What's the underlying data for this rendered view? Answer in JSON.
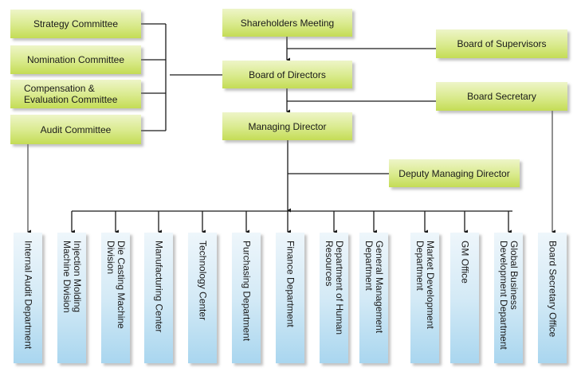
{
  "colors": {
    "upper_box": "#d9ea8c",
    "lower_box": "#bfe0f3",
    "line": "#1a1a1a"
  },
  "committees": [
    {
      "label": "Strategy Committee"
    },
    {
      "label": "Nomination Committee"
    },
    {
      "label": "Compensation &\nEvaluation Committee"
    },
    {
      "label": "Audit Committee"
    }
  ],
  "governance": {
    "shareholders": "Shareholders Meeting",
    "board_of_directors": "Board of Directors",
    "managing_director": "Managing Director",
    "board_of_supervisors": "Board of Supervisors",
    "board_secretary": "Board Secretary",
    "deputy_managing_director": "Deputy Managing Director"
  },
  "departments": [
    {
      "label": "Internal Audit Department"
    },
    {
      "label": "Injection Molding\nMachine Division"
    },
    {
      "label": "Die Casting Machine\nDivision"
    },
    {
      "label": "Manufacturing Center"
    },
    {
      "label": "Technology Center"
    },
    {
      "label": "Purchasing Department"
    },
    {
      "label": "Finance Department"
    },
    {
      "label": "Department of Human\nResources"
    },
    {
      "label": "General Management\nDepartment"
    },
    {
      "label": "Market Development\nDepartment"
    },
    {
      "label": "GM Office"
    },
    {
      "label": "Global Business\nDevelopment Department"
    },
    {
      "label": "Board Secretary Office"
    }
  ]
}
